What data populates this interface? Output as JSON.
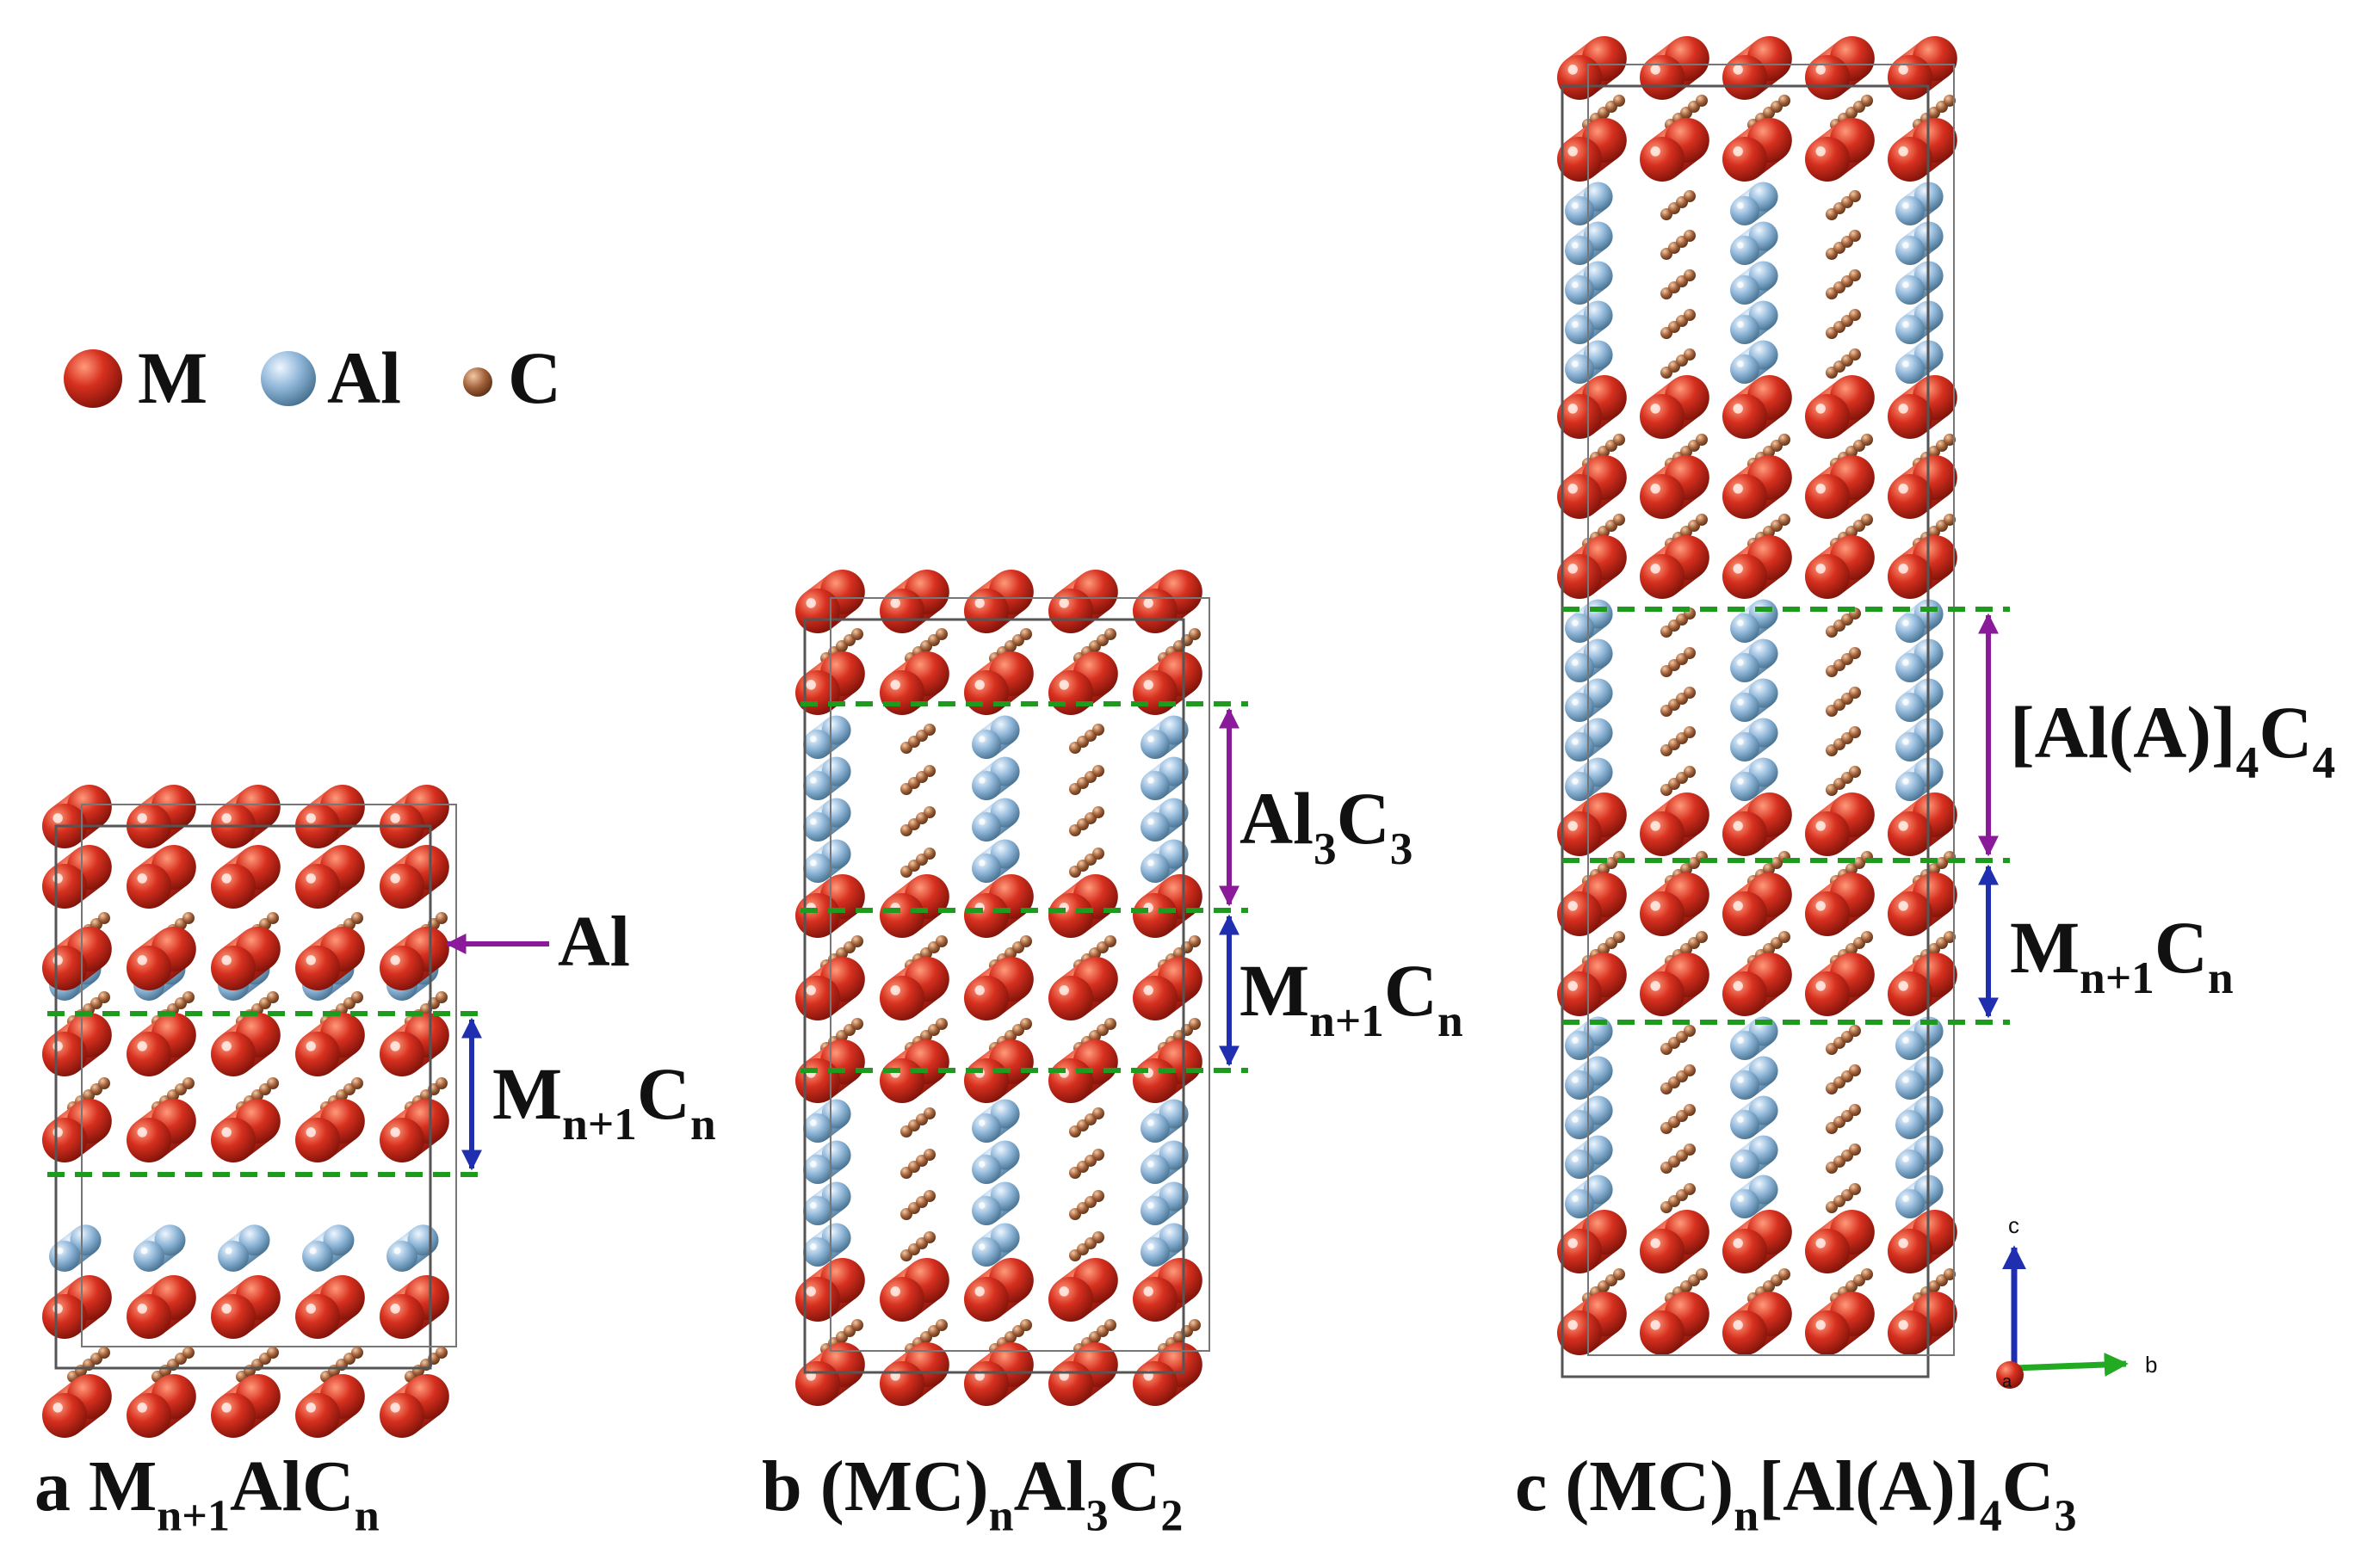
{
  "legend": [
    {
      "symbol": "M",
      "color": "#d7301f"
    },
    {
      "symbol": "Al",
      "color": "#8fb6d8"
    },
    {
      "symbol": "C",
      "color": "#a0603a"
    }
  ],
  "panels": {
    "a": {
      "letter": "a",
      "caption": [
        {
          "t": "M"
        },
        {
          "t": "n+1",
          "sub": true
        },
        {
          "t": "AlC"
        },
        {
          "t": "n",
          "sub": true
        }
      ],
      "al_label": "Al",
      "layer_label": [
        {
          "t": "M"
        },
        {
          "t": "n+1",
          "sub": true
        },
        {
          "t": "C"
        },
        {
          "t": "n",
          "sub": true
        }
      ]
    },
    "b": {
      "letter": "b",
      "caption": [
        {
          "t": "(MC)"
        },
        {
          "t": "n",
          "sub": true
        },
        {
          "t": "Al"
        },
        {
          "t": "3",
          "sub": true
        },
        {
          "t": "C"
        },
        {
          "t": "2",
          "sub": true
        }
      ],
      "upper_label": [
        {
          "t": "Al"
        },
        {
          "t": "3",
          "sub": true
        },
        {
          "t": "C"
        },
        {
          "t": "3",
          "sub": true
        }
      ],
      "layer_label": [
        {
          "t": "M"
        },
        {
          "t": "n+1",
          "sub": true
        },
        {
          "t": "C"
        },
        {
          "t": "n",
          "sub": true
        }
      ]
    },
    "c": {
      "letter": "c",
      "caption": [
        {
          "t": "(MC)"
        },
        {
          "t": "n",
          "sub": true
        },
        {
          "t": "[Al(A)]"
        },
        {
          "t": "4",
          "sub": true
        },
        {
          "t": "C"
        },
        {
          "t": "3",
          "sub": true
        }
      ],
      "upper_label": [
        {
          "t": "[Al(A)]"
        },
        {
          "t": "4",
          "sub": true
        },
        {
          "t": "C"
        },
        {
          "t": "4",
          "sub": true
        }
      ],
      "layer_label": [
        {
          "t": "M"
        },
        {
          "t": "n+1",
          "sub": true
        },
        {
          "t": "C"
        },
        {
          "t": "n",
          "sub": true
        }
      ]
    }
  },
  "axes": {
    "c": "c",
    "b": "b",
    "a": "a"
  },
  "colors": {
    "metal": "#d7301f",
    "aluminum": "#8fb6d8",
    "carbon": "#a0603a",
    "dashed_line": "#1e9a1e",
    "purple_arrow": "#8a1a9a",
    "blue_arrow": "#1f2fb0",
    "axis_c": "#1f2fb0",
    "axis_b": "#22aa22",
    "axis_a": "#c0201a"
  }
}
